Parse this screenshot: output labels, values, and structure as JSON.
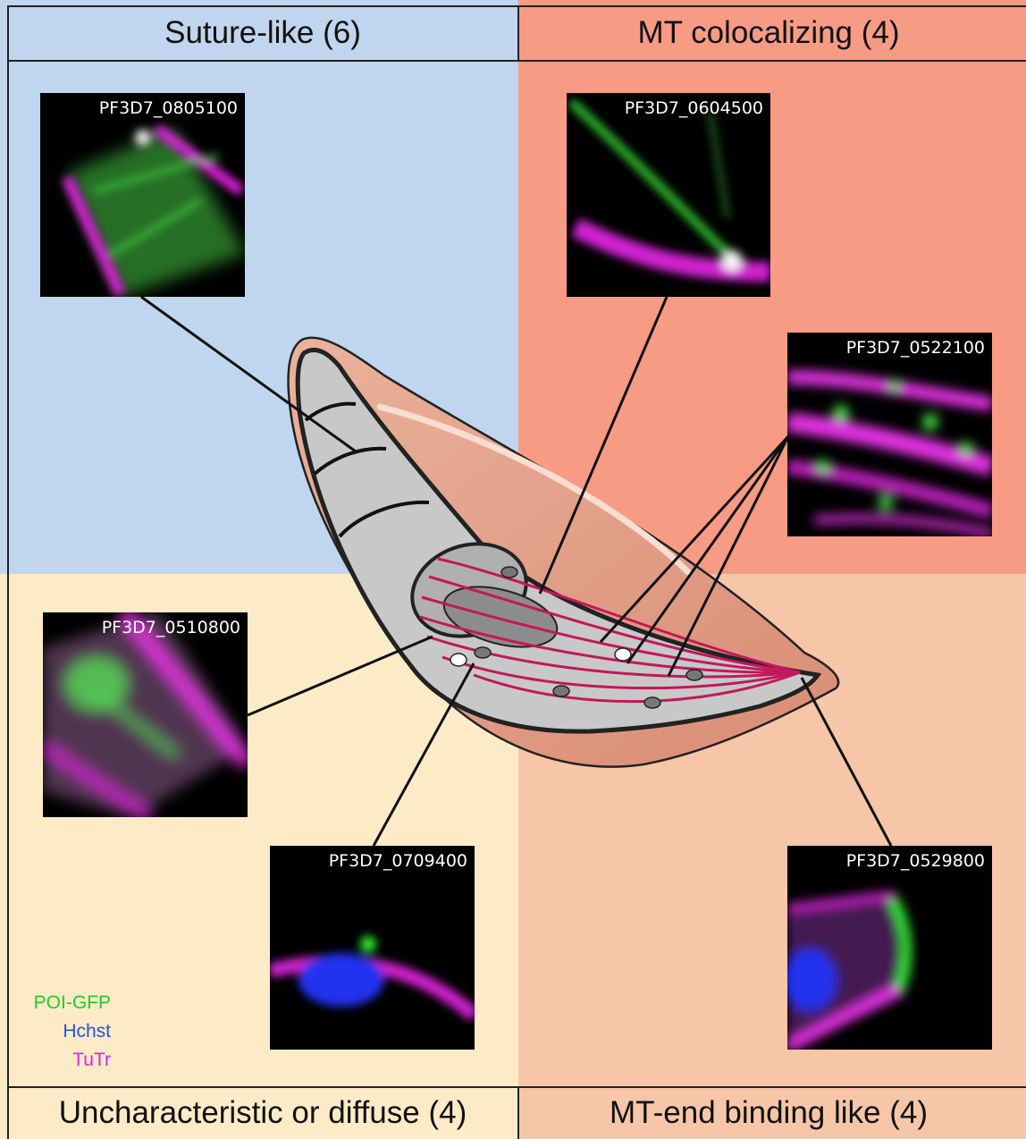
{
  "categories": {
    "top_left": "Suture-like (6)",
    "top_right": "MT colocalizing (4)",
    "bottom_left": "Uncharacteristic or diffuse (4)",
    "bottom_right": "MT-end binding like (4)"
  },
  "panels": [
    {
      "id": "PF3D7_0805100"
    },
    {
      "id": "PF3D7_0604500"
    },
    {
      "id": "PF3D7_0522100"
    },
    {
      "id": "PF3D7_0510800"
    },
    {
      "id": "PF3D7_0709400"
    },
    {
      "id": "PF3D7_0529800"
    }
  ],
  "legend": [
    {
      "label": "POI-GFP",
      "color": "#22cc22"
    },
    {
      "label": "Hchst",
      "color": "#2255dd"
    },
    {
      "label": "TuTr",
      "color": "#dd22dd"
    }
  ],
  "colors": {
    "suture_bg": "#c0d6ee",
    "mt_bg": "#f89b85",
    "diffuse_bg": "#fdebc8",
    "mt_end_bg": "#f7c6a8",
    "microtubule": "#c2185b"
  }
}
